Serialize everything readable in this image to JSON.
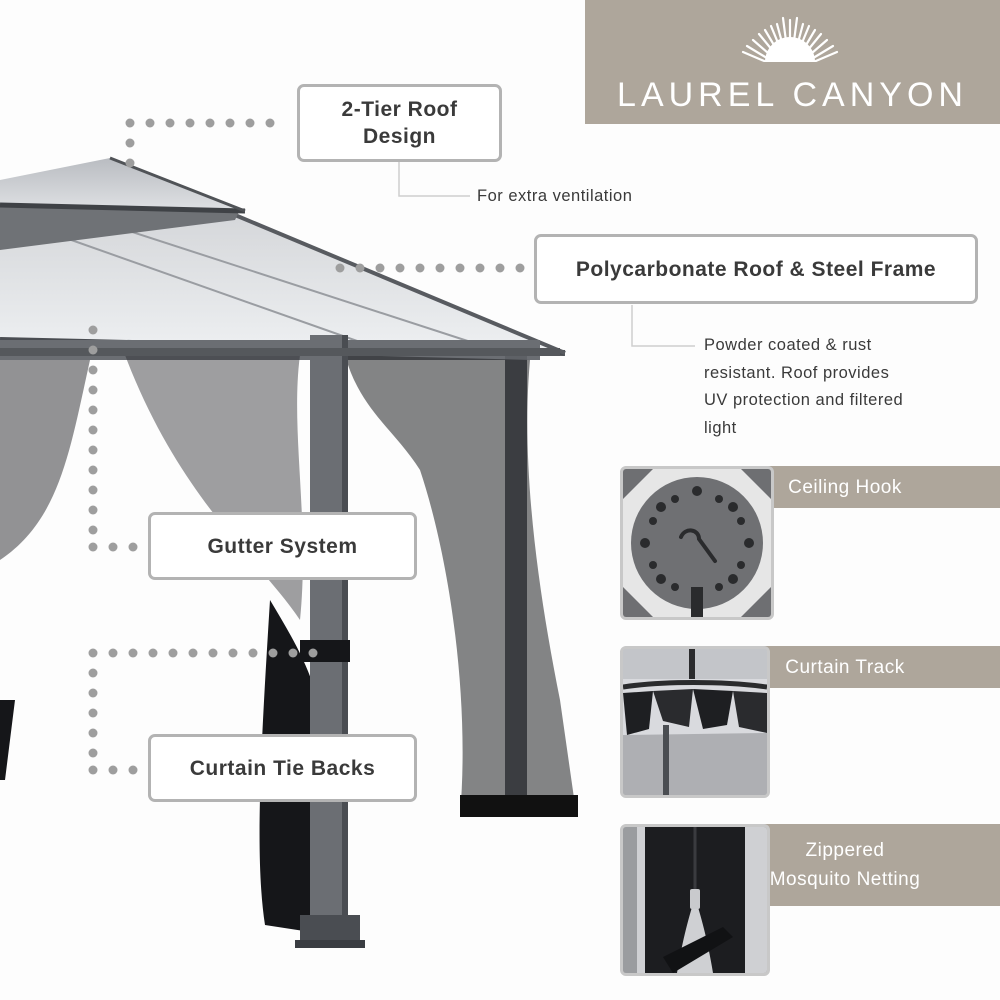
{
  "brand": {
    "name": "LAUREL CANYON",
    "logo_icon": "sunburst-icon"
  },
  "callouts": {
    "roof_tier": "2-Tier Roof Design",
    "polycarbonate": "Polycarbonate Roof & Steel Frame",
    "gutter": "Gutter System",
    "tie_backs": "Curtain Tie Backs"
  },
  "notes": {
    "ventilation": "For extra ventilation",
    "powder_lines": [
      "Powder coated & rust",
      "resistant. Roof provides",
      "UV protection and filtered",
      "light"
    ]
  },
  "features": [
    {
      "lines": [
        "Ceiling Hook"
      ],
      "icon": "ceiling-hook-icon"
    },
    {
      "lines": [
        "Curtain Track"
      ],
      "icon": "curtain-track-icon"
    },
    {
      "lines": [
        "Zippered",
        "Mosquito Netting"
      ],
      "icon": "zipper-icon"
    }
  ],
  "colors": {
    "brand_bar": "#aea69b",
    "callout_border": "#b3b3b3",
    "text": "#3a3a3a"
  }
}
